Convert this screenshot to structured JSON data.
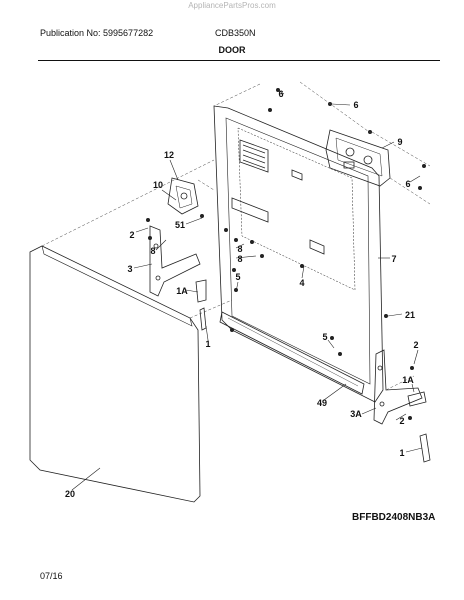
{
  "header": {
    "watermark": "AppliancePartsPros.com",
    "publication": "Publication No: 5995677282",
    "model": "CDB350N",
    "section_title": "DOOR"
  },
  "footer": {
    "diagram_code": "BFFBD2408NB3A",
    "date": "07/16"
  },
  "callouts": [
    "1",
    "1A",
    "2",
    "3",
    "3A",
    "4",
    "5",
    "6",
    "7",
    "8",
    "9",
    "10",
    "12",
    "20",
    "21",
    "49",
    "51"
  ]
}
